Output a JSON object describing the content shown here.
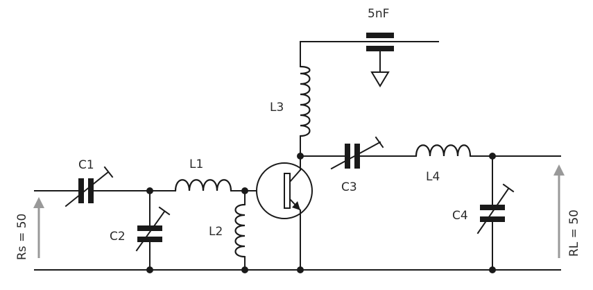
{
  "components": {
    "c1": "C1",
    "c2": "C2",
    "c3": "C3",
    "c4": "C4",
    "l1": "L1",
    "l2": "L2",
    "l3": "L3",
    "l4": "L4",
    "bypass_cap": "5nF"
  },
  "ports": {
    "source": "Rs = 50",
    "load": "RL = 50"
  }
}
